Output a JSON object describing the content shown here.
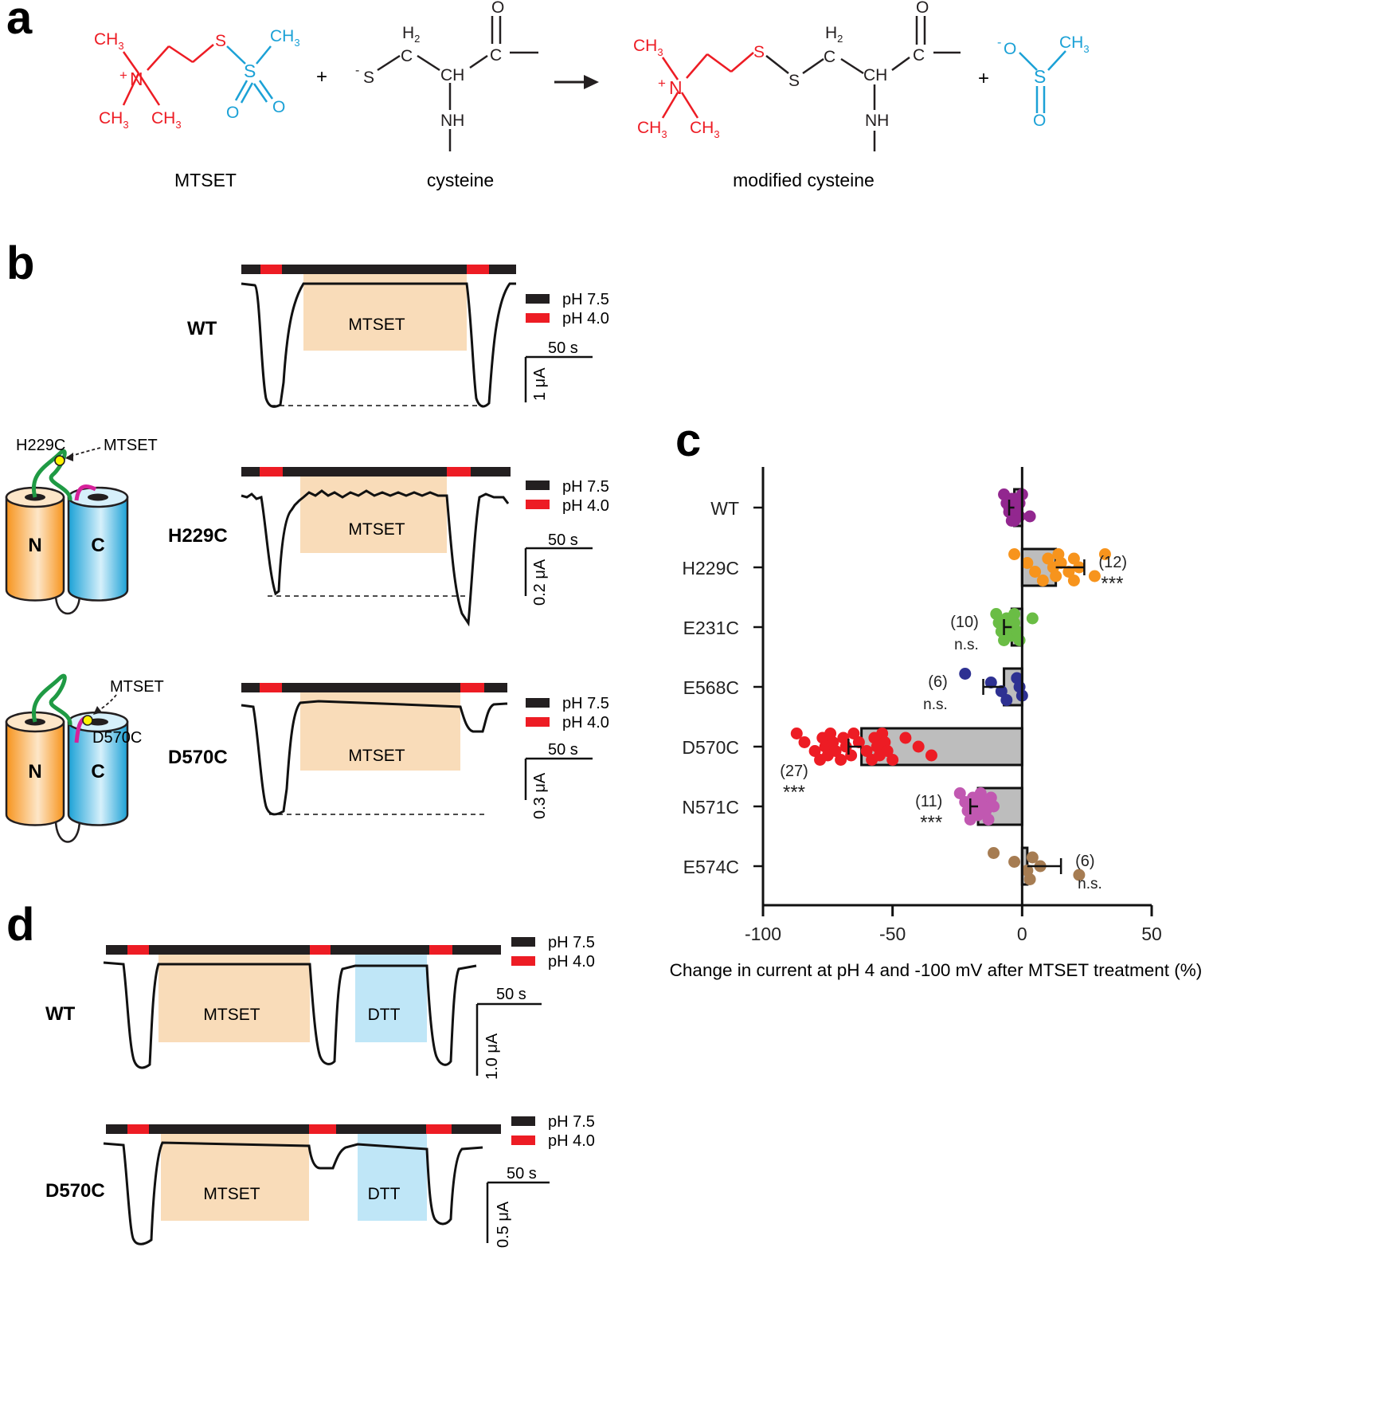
{
  "colors": {
    "black": "#231f20",
    "red_chem": "#ed1c24",
    "cyan_chem": "#1ba1d6",
    "bar_red": "#ed1c24",
    "mtset_shade": "#f9dcb9",
    "dtt_shade": "#bfe6f7",
    "bar_fill": "#bdbdbd",
    "n_domain": "#f7a546",
    "c_domain": "#5bc0ee",
    "loop_green": "#1f9a44",
    "loop_magenta": "#d6219a",
    "site_yellow": "#fff200"
  },
  "panel_letters": {
    "a": "a",
    "b": "b",
    "c": "c",
    "d": "d"
  },
  "panel_a": {
    "atoms": {
      "ch3": "CH",
      "sub3": "3",
      "plus": "+",
      "minus": "-",
      "n": "N",
      "s": "S",
      "o": "O",
      "ch2_h": "H",
      "sub2": "2",
      "c": "C",
      "ch": "CH",
      "nh": "NH"
    },
    "plus_sign": "+",
    "names": {
      "mtset": "MTSET",
      "cysteine": "cysteine",
      "modified": "modified cysteine"
    }
  },
  "legend": {
    "ph75": "pH 7.5",
    "ph40": "pH 4.0"
  },
  "panel_b": {
    "traces": [
      {
        "label": "WT",
        "treatment": "MTSET",
        "time_scale": "50 s",
        "current_scale": "1 μA"
      },
      {
        "label": "H229C",
        "treatment": "MTSET",
        "time_scale": "50 s",
        "current_scale": "0.2 μA"
      },
      {
        "label": "D570C",
        "treatment": "MTSET",
        "time_scale": "50 s",
        "current_scale": "0.3 μA"
      }
    ],
    "cartoons": [
      {
        "site": "H229C",
        "reagent": "MTSET",
        "n": "N",
        "c": "C"
      },
      {
        "site": "D570C",
        "reagent": "MTSET",
        "n": "N",
        "c": "C"
      }
    ]
  },
  "panel_d": {
    "traces": [
      {
        "label": "WT",
        "treatment1": "MTSET",
        "treatment2": "DTT",
        "time_scale": "50 s",
        "current_scale": "1.0 μA"
      },
      {
        "label": "D570C",
        "treatment1": "MTSET",
        "treatment2": "DTT",
        "time_scale": "50 s",
        "current_scale": "0.5 μA"
      }
    ]
  },
  "chart_data": {
    "type": "bar",
    "orientation": "horizontal",
    "xlabel": "Change in current at pH 4 and -100 mV after MTSET treatment (%)",
    "xlim": [
      -100,
      50
    ],
    "xticks": [
      "-100",
      "-50",
      "0",
      "50"
    ],
    "categories": [
      "WT",
      "H229C",
      "E231C",
      "E568C",
      "D570C",
      "N571C",
      "E574C"
    ],
    "series": [
      {
        "values": [
          -3,
          13,
          -4,
          -7,
          -62,
          -17,
          2
        ],
        "errors": [
          2,
          11,
          3,
          8,
          5,
          3,
          13
        ]
      }
    ],
    "n_labels": [
      "",
      "(12)",
      "(10)",
      "(6)",
      "(27)",
      "(11)",
      "(6)"
    ],
    "significance": [
      "",
      "***",
      "n.s.",
      "n.s.",
      "***",
      "***",
      "n.s."
    ],
    "point_colors": [
      "#92278f",
      "#f7941d",
      "#6abd45",
      "#2e3192",
      "#ed1c24",
      "#c158b1",
      "#a67c52"
    ],
    "points": [
      [
        -7,
        -6,
        -5,
        -4,
        -3,
        -2,
        -1,
        0,
        -1,
        -2,
        -3,
        -4,
        -5,
        3
      ],
      [
        -3,
        2,
        5,
        8,
        10,
        12,
        13,
        14,
        15,
        18,
        20,
        20,
        22,
        28,
        32
      ],
      [
        -10,
        -9,
        -8,
        -7,
        -6,
        -5,
        -4,
        -3,
        -3,
        -2,
        -1,
        4
      ],
      [
        -22,
        -12,
        -8,
        -6,
        -2,
        -1,
        0
      ],
      [
        -87,
        -84,
        -80,
        -78,
        -77,
        -76,
        -75,
        -74,
        -73,
        -72,
        -70,
        -69,
        -68,
        -66,
        -65,
        -63,
        -60,
        -58,
        -57,
        -56,
        -55,
        -54,
        -53,
        -52,
        -50,
        -45,
        -40,
        -35
      ],
      [
        -24,
        -22,
        -21,
        -20,
        -19,
        -18,
        -17,
        -16,
        -15,
        -14,
        -13,
        -12,
        -11
      ],
      [
        -11,
        -3,
        2,
        3,
        4,
        7,
        22
      ]
    ]
  }
}
